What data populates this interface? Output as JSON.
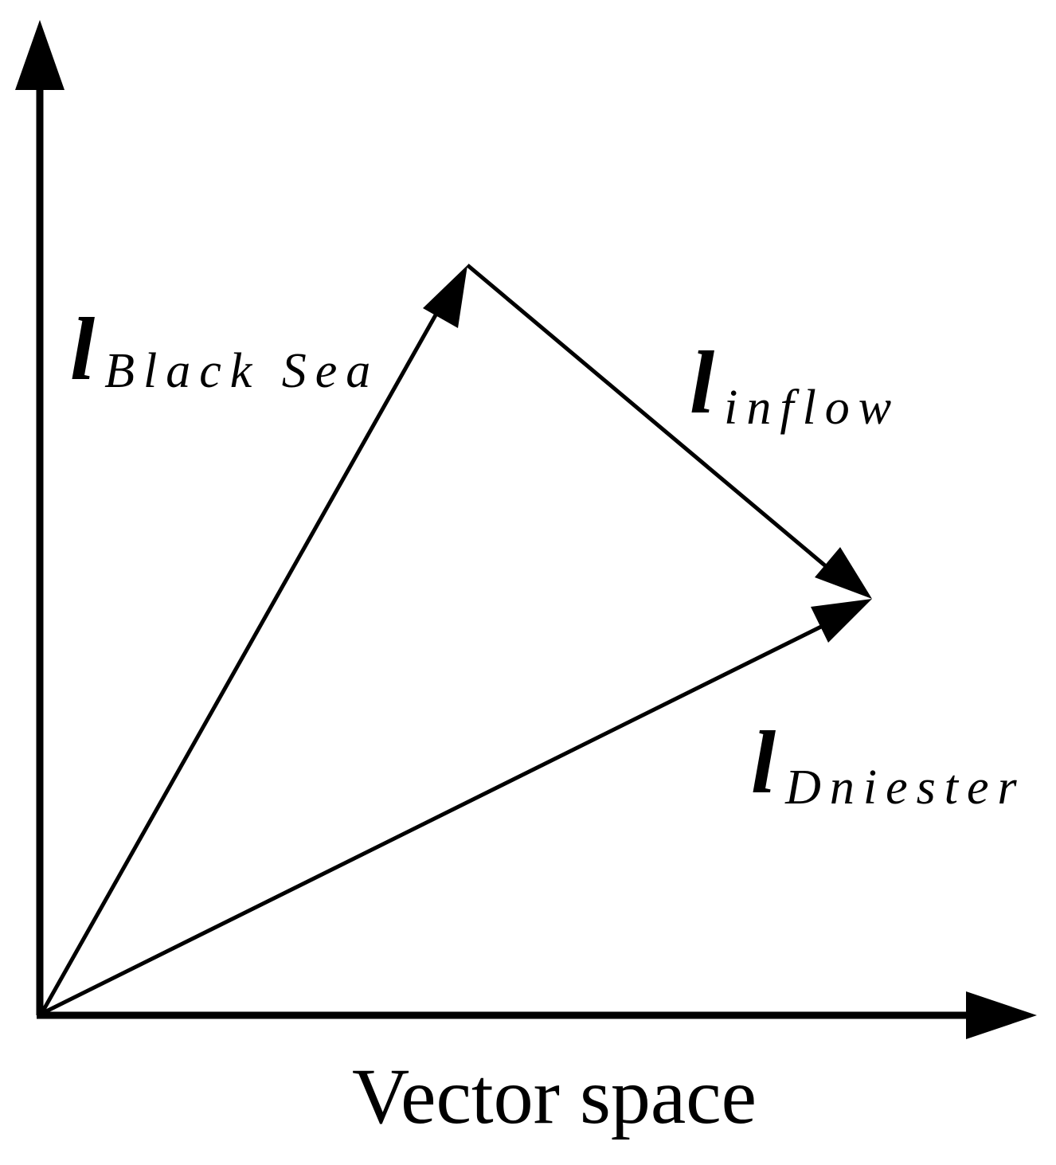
{
  "diagram": {
    "caption": "Vector space",
    "vectors": [
      {
        "id": "black-sea",
        "symbol": "l",
        "subscript": "Black Sea"
      },
      {
        "id": "inflow",
        "symbol": "l",
        "subscript": "inflow"
      },
      {
        "id": "dniester",
        "symbol": "l",
        "subscript": "Dniester"
      }
    ],
    "colors": {
      "stroke": "#000000",
      "background": "#ffffff"
    }
  }
}
